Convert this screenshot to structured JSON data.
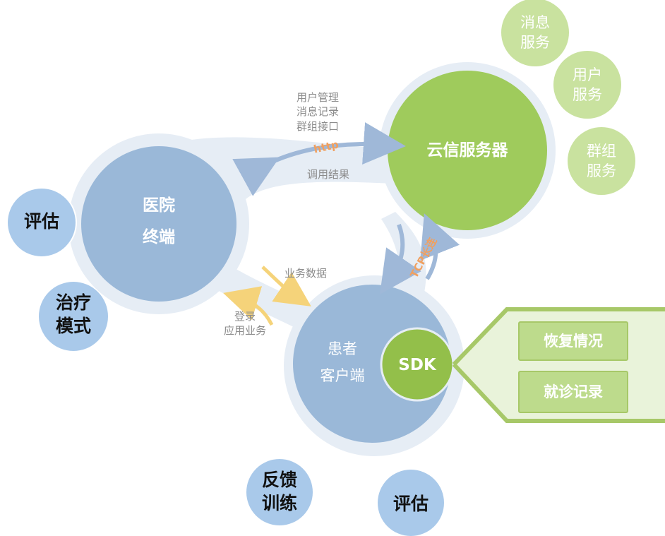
{
  "nodes": {
    "hospital": {
      "line1": "医院",
      "line2": "终端"
    },
    "cloud": {
      "label": "云信服务器"
    },
    "patient": {
      "line1": "患者",
      "line2": "客户端"
    },
    "sdk": {
      "label": "SDK"
    }
  },
  "services": [
    {
      "line1": "消息",
      "line2": "服务"
    },
    {
      "line1": "用户",
      "line2": "服务"
    },
    {
      "line1": "群组",
      "line2": "服务"
    }
  ],
  "sdk_features": [
    "恢复情况",
    "就诊记录"
  ],
  "edge_labels": {
    "http_items": [
      "用户管理",
      "消息记录",
      "群组接口"
    ],
    "http_protocol": "http",
    "call_result": "调用结果",
    "business_data": "业务数据",
    "login_business": [
      "登录",
      "应用业务"
    ],
    "tcp": "TCP长连"
  },
  "outer_features": {
    "assess_left": "评估",
    "treatment": {
      "line1": "治疗",
      "line2": "模式"
    },
    "feedback": {
      "line1": "反馈",
      "line2": "训练"
    },
    "assess_bottom": "评估"
  },
  "colors": {
    "blue_node": "#9ab8d8",
    "green_node": "#9fcb5c",
    "light_green": "#c9e29f",
    "halo": "#e6edf5",
    "arrow_blue": "#9fb8d8",
    "arrow_yellow": "#f5d37a"
  }
}
